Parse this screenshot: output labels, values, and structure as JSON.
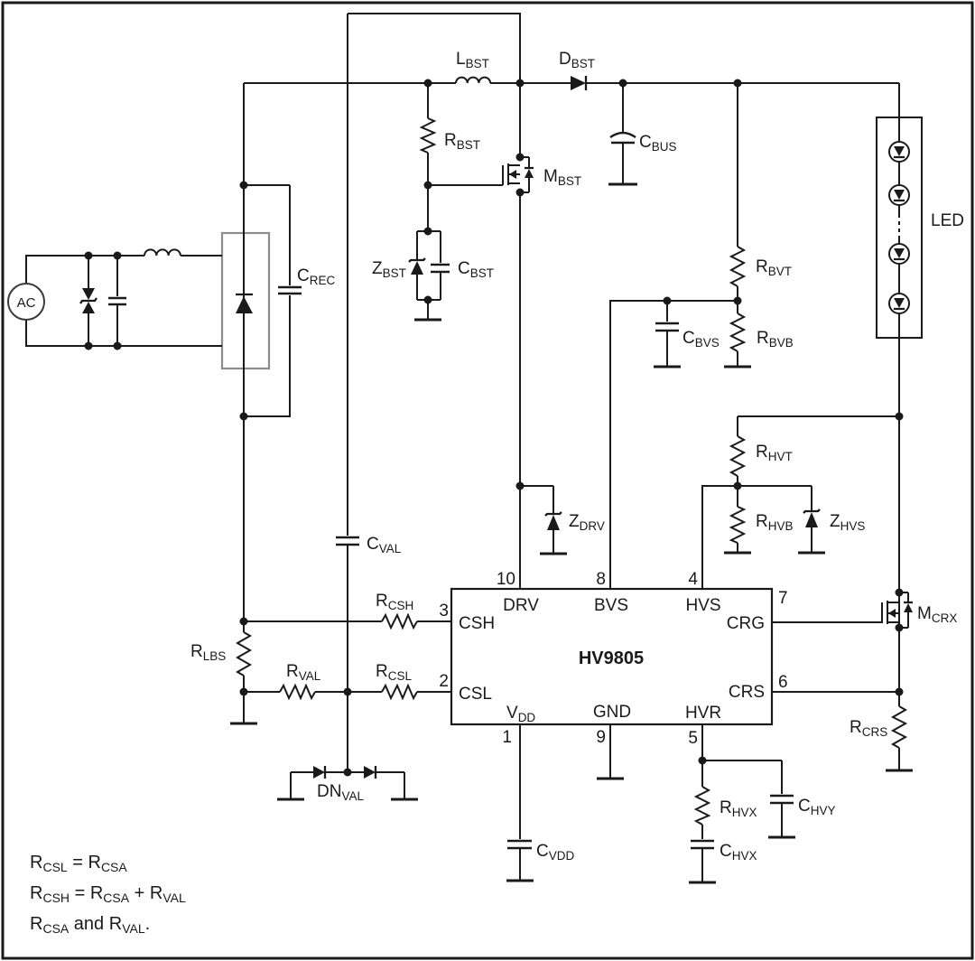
{
  "figure": {
    "type": "circuit-schematic",
    "background": "#ffffff",
    "line_color": "#1a1a1a",
    "bridge_outline_color": "#8c8c8c"
  },
  "source": {
    "label": "AC"
  },
  "ic": {
    "name": "HV9805",
    "pins": {
      "drv": {
        "num": "10",
        "label": "DRV"
      },
      "bvs": {
        "num": "8",
        "label": "BVS"
      },
      "hvs": {
        "num": "4",
        "label": "HVS"
      },
      "csh": {
        "num": "3",
        "label": "CSH"
      },
      "csl": {
        "num": "2",
        "label": "CSL"
      },
      "crg": {
        "num": "7",
        "label": "CRG"
      },
      "crs": {
        "num": "6",
        "label": "CRS"
      },
      "vdd": {
        "num": "1",
        "label": "V",
        "sub": "DD"
      },
      "gnd": {
        "num": "9",
        "label": "GND"
      },
      "hvr": {
        "num": "5",
        "label": "HVR"
      }
    }
  },
  "components": {
    "l_bst": {
      "main": "L",
      "sub": "BST"
    },
    "d_bst": {
      "main": "D",
      "sub": "BST"
    },
    "r_bst": {
      "main": "R",
      "sub": "BST"
    },
    "m_bst": {
      "main": "M",
      "sub": "BST"
    },
    "c_bus": {
      "main": "C",
      "sub": "BUS"
    },
    "z_bst": {
      "main": "Z",
      "sub": "BST"
    },
    "c_bst": {
      "main": "C",
      "sub": "BST"
    },
    "c_rec": {
      "main": "C",
      "sub": "REC"
    },
    "led": {
      "main": "LED"
    },
    "r_bvt": {
      "main": "R",
      "sub": "BVT"
    },
    "c_bvs": {
      "main": "C",
      "sub": "BVS"
    },
    "r_bvb": {
      "main": "R",
      "sub": "BVB"
    },
    "r_hvt": {
      "main": "R",
      "sub": "HVT"
    },
    "r_hvb": {
      "main": "R",
      "sub": "HVB"
    },
    "z_hvs": {
      "main": "Z",
      "sub": "HVS"
    },
    "z_drv": {
      "main": "Z",
      "sub": "DRV"
    },
    "c_val": {
      "main": "C",
      "sub": "VAL"
    },
    "r_csh": {
      "main": "R",
      "sub": "CSH"
    },
    "r_lbs": {
      "main": "R",
      "sub": "LBS"
    },
    "r_val": {
      "main": "R",
      "sub": "VAL"
    },
    "r_csl": {
      "main": "R",
      "sub": "CSL"
    },
    "dn_val": {
      "main": "DN",
      "sub": "VAL"
    },
    "c_vdd": {
      "main": "C",
      "sub": "VDD"
    },
    "r_hvx": {
      "main": "R",
      "sub": "HVX"
    },
    "c_hvx": {
      "main": "C",
      "sub": "HVX"
    },
    "c_hvy": {
      "main": "C",
      "sub": "HVY"
    },
    "m_crx": {
      "main": "M",
      "sub": "CRX"
    },
    "r_crs": {
      "main": "R",
      "sub": "CRS"
    }
  },
  "equations": {
    "line1": {
      "p1": "R",
      "s1": "CSL",
      "p2": " = ",
      "p3": "R",
      "s2": "CSA"
    },
    "line2": {
      "p1": "R",
      "s1": "CSH",
      "p2": " = ",
      "p3": "R",
      "s2": "CSA",
      "p4": " + ",
      "p5": "R",
      "s3": "VAL"
    },
    "line3": {
      "p1": "R",
      "s1": "CSA",
      "p2": " and ",
      "p3": "R",
      "s2": "VAL",
      "p4": "."
    }
  }
}
